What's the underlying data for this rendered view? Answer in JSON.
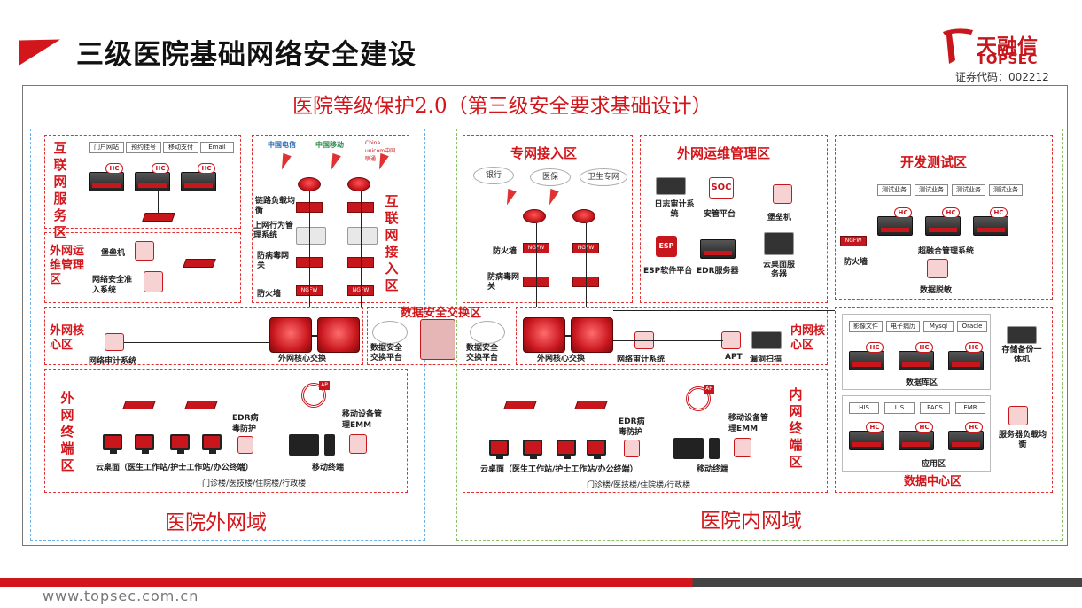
{
  "header": {
    "title": "三级医院基础网络安全建设",
    "logo_cn": "天融信",
    "logo_en": "TOPSEC",
    "stock_code": "证券代码：002212"
  },
  "main_title": "医院等级保护2.0（第三级安全要求基础设计）",
  "outer_net": {
    "domain_label": "医院外网域",
    "internet_service": {
      "label": "互联网服务区",
      "services": [
        "门户网站",
        "预约挂号",
        "移动支付",
        "Email"
      ]
    },
    "ops": {
      "label": "外网运维管理区",
      "items": [
        "堡垒机",
        "网络安全准入系统"
      ]
    },
    "core": {
      "label": "外网核心区",
      "audit": "网络审计系统",
      "switch": "外网核心交换"
    },
    "terminal": {
      "label": "外网终端区",
      "edr": "EDR病毒防护",
      "emm": "移动设备管理EMM",
      "cloud_desktop": "云桌面（医生工作站/护士工作站/办公终端）",
      "mobile": "移动终端",
      "buildings": "门诊楼/医技楼/住院楼/行政楼"
    },
    "internet_access": {
      "label": "互联网接入区",
      "carriers": [
        "中国电信",
        "中国移动",
        "China unicom中国联通"
      ],
      "items": [
        "链路负载均衡",
        "上网行为管理系统",
        "防病毒网关",
        "防火墙"
      ]
    }
  },
  "data_exchange": {
    "label": "数据安全交换区",
    "left": "数据安全交换平台",
    "right": "数据安全交换平台"
  },
  "inner_net": {
    "domain_label": "医院内网域",
    "private_access": {
      "label": "专网接入区",
      "clouds": [
        "银行",
        "医保",
        "卫生专网"
      ],
      "items": [
        "防火墙",
        "防病毒网关"
      ]
    },
    "ops": {
      "label": "外网运维管理区",
      "items": [
        "日志审计系统",
        "安管平台",
        "堡垒机",
        "ESP软件平台",
        "EDR服务器",
        "云桌面服务器"
      ],
      "soc": "SOC",
      "esp": "ESP"
    },
    "dev_test": {
      "label": "开发测试区",
      "tests": [
        "测试业务",
        "测试业务",
        "测试业务",
        "测试业务"
      ],
      "firewall": "防火墙",
      "hyper": "超融合管理系统",
      "desensitize": "数据脱敏"
    },
    "core": {
      "label": "内网核心区",
      "switch": "外网核心交换",
      "audit": "网络审计系统",
      "apt": "APT",
      "scan": "漏洞扫描"
    },
    "terminal": {
      "label": "内网终端区",
      "edr": "EDR病毒防护",
      "emm": "移动设备管理EMM",
      "cloud_desktop": "云桌面（医生工作站/护士工作站/办公终端）",
      "mobile": "移动终端",
      "buildings": "门诊楼/医技楼/住院楼/行政楼"
    },
    "data_center": {
      "label": "数据中心区",
      "db_label": "数据库区",
      "dbs": [
        "影像文件",
        "电子病历",
        "Mysql",
        "Oracle"
      ],
      "storage": "存储备份一体机",
      "app_label": "应用区",
      "apps": [
        "HIS",
        "LIS",
        "PACS",
        "EMR"
      ],
      "lb": "服务器负载均衡"
    }
  },
  "chips": {
    "hc": "HC",
    "ngfw": "NGFW",
    "ap": "AP"
  },
  "footer": {
    "url": "www.topsec.com.cn"
  }
}
